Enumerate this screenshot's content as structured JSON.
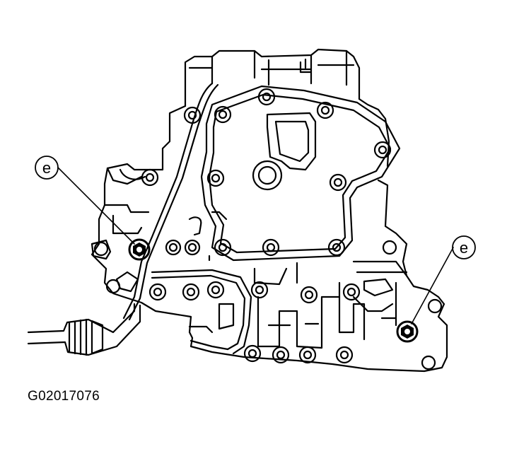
{
  "figure": {
    "callouts": [
      {
        "id": "left",
        "letter": "e"
      },
      {
        "id": "right",
        "letter": "e"
      }
    ],
    "code": "G02017076",
    "colors": {
      "line": "#000000",
      "background": "#ffffff"
    }
  }
}
